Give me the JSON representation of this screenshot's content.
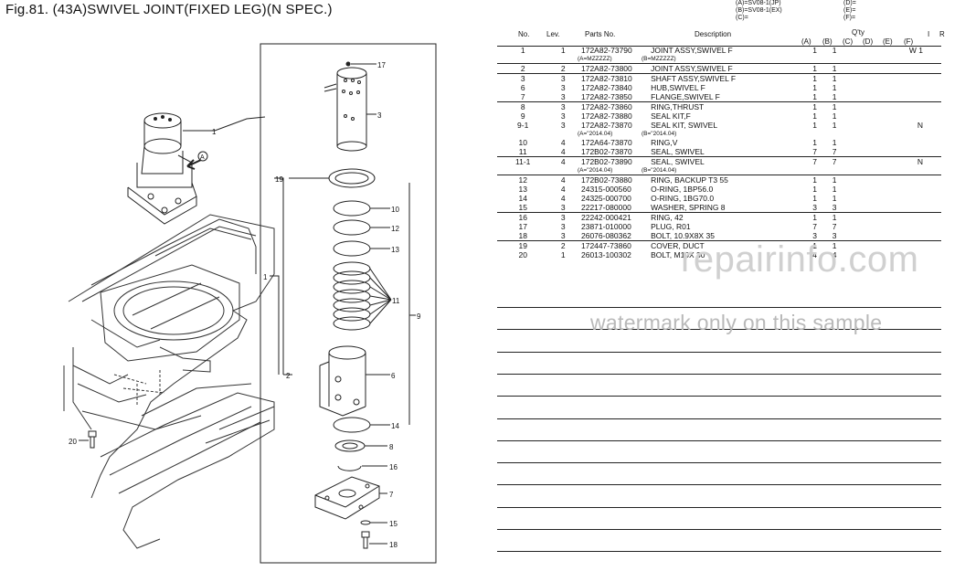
{
  "figure": {
    "title": "Fig.81.  (43A)SWIVEL JOINT(FIXED LEG)(N SPEC.)"
  },
  "legend": {
    "left": [
      "(A)=SV08-1(JP)",
      "(B)=SV08-1(EX)",
      "(C)="
    ],
    "right": [
      "(D)=",
      "(E)=",
      "(F)="
    ]
  },
  "columns": {
    "no": "No.",
    "lev": "Lev.",
    "parts_no": "Parts No.",
    "description": "Description",
    "qty": "Q'ty",
    "qty_cols": [
      "(A)",
      "(B)",
      "(C)",
      "(D)",
      "(E)",
      "(F)"
    ],
    "i": "I",
    "r": "R"
  },
  "rows": [
    {
      "no": "1",
      "lev": "1",
      "pn": "172A82-73790",
      "desc": "JOINT ASSY,SWIVEL F",
      "qa": "1",
      "qb": "1",
      "rem": "W  1",
      "sep": false
    },
    {
      "sub": true,
      "a": "(A=MZZZZZ)",
      "b": "(B=MZZZZZ)"
    },
    {
      "no": "2",
      "lev": "2",
      "pn": "172A82-73800",
      "desc": "JOINT ASSY,SWIVEL F",
      "qa": "1",
      "qb": "1",
      "rem": "",
      "sep": true
    },
    {
      "no": "3",
      "lev": "3",
      "pn": "172A82-73810",
      "desc": "SHAFT ASSY,SWIVEL F",
      "qa": "1",
      "qb": "1",
      "rem": "",
      "sep": true
    },
    {
      "no": "6",
      "lev": "3",
      "pn": "172A82-73840",
      "desc": "HUB,SWIVEL F",
      "qa": "1",
      "qb": "1",
      "rem": "",
      "sep": false
    },
    {
      "no": "7",
      "lev": "3",
      "pn": "172A82-73850",
      "desc": "FLANGE,SWIVEL F",
      "qa": "1",
      "qb": "1",
      "rem": "",
      "sep": false
    },
    {
      "no": "8",
      "lev": "3",
      "pn": "172A82-73860",
      "desc": "RING,THRUST",
      "qa": "1",
      "qb": "1",
      "rem": "",
      "sep": true
    },
    {
      "no": "9",
      "lev": "3",
      "pn": "172A82-73880",
      "desc": "SEAL KIT,F",
      "qa": "1",
      "qb": "1",
      "rem": "",
      "sep": false
    },
    {
      "no": "9-1",
      "lev": "3",
      "pn": "172A82-73870",
      "desc": "SEAL KIT, SWIVEL",
      "qa": "1",
      "qb": "1",
      "rem": "N",
      "sep": false
    },
    {
      "sub": true,
      "a": "(A=\"2014.04)",
      "b": "(B=\"2014.04)"
    },
    {
      "no": "10",
      "lev": "4",
      "pn": "172A64-73870",
      "desc": "RING,V",
      "qa": "1",
      "qb": "1",
      "rem": "",
      "sep": false
    },
    {
      "no": "11",
      "lev": "4",
      "pn": "172B02-73870",
      "desc": "SEAL, SWIVEL",
      "qa": "7",
      "qb": "7",
      "rem": "",
      "sep": false
    },
    {
      "no": "11-1",
      "lev": "4",
      "pn": "172B02-73890",
      "desc": "SEAL, SWIVEL",
      "qa": "7",
      "qb": "7",
      "rem": "N",
      "sep": true
    },
    {
      "sub": true,
      "a": "(A=\"2014.04)",
      "b": "(B=\"2014.04)"
    },
    {
      "no": "12",
      "lev": "4",
      "pn": "172B02-73880",
      "desc": "RING, BACKUP T3 55",
      "qa": "1",
      "qb": "1",
      "rem": "",
      "sep": true
    },
    {
      "no": "13",
      "lev": "4",
      "pn": "24315-000560",
      "desc": "O-RING, 1BP56.0",
      "qa": "1",
      "qb": "1",
      "rem": "",
      "sep": false
    },
    {
      "no": "14",
      "lev": "4",
      "pn": "24325-000700",
      "desc": "O-RING, 1BG70.0",
      "qa": "1",
      "qb": "1",
      "rem": "",
      "sep": false
    },
    {
      "no": "15",
      "lev": "3",
      "pn": "22217-080000",
      "desc": "WASHER, SPRING  8",
      "qa": "3",
      "qb": "3",
      "rem": "",
      "sep": false
    },
    {
      "no": "16",
      "lev": "3",
      "pn": "22242-000421",
      "desc": "RING,  42",
      "qa": "1",
      "qb": "1",
      "rem": "",
      "sep": true
    },
    {
      "no": "17",
      "lev": "3",
      "pn": "23871-010000",
      "desc": "PLUG, R01",
      "qa": "7",
      "qb": "7",
      "rem": "",
      "sep": false
    },
    {
      "no": "18",
      "lev": "3",
      "pn": "26076-080362",
      "desc": "BOLT, 10.9X8X 35",
      "qa": "3",
      "qb": "3",
      "rem": "",
      "sep": false
    },
    {
      "no": "19",
      "lev": "2",
      "pn": "172447-73860",
      "desc": "COVER, DUCT",
      "qa": "1",
      "qb": "1",
      "rem": "",
      "sep": true
    },
    {
      "no": "20",
      "lev": "1",
      "pn": "26013-100302",
      "desc": "BOLT, M10X 30",
      "qa": "4",
      "qb": "4",
      "rem": "",
      "sep": false
    }
  ],
  "callouts": {
    "n1": "1",
    "n2": "2",
    "n3": "3",
    "n6": "6",
    "n7": "7",
    "n8": "8",
    "n9": "9",
    "n10": "10",
    "n11": "11",
    "n12": "12",
    "n13": "13",
    "n14": "14",
    "n15": "15",
    "n16": "16",
    "n17": "17",
    "n18": "18",
    "n19": "19",
    "n20": "20",
    "arrow_a": "A"
  },
  "watermark": {
    "brand": "repairinfo.com",
    "text": "watermark only on this sample"
  }
}
